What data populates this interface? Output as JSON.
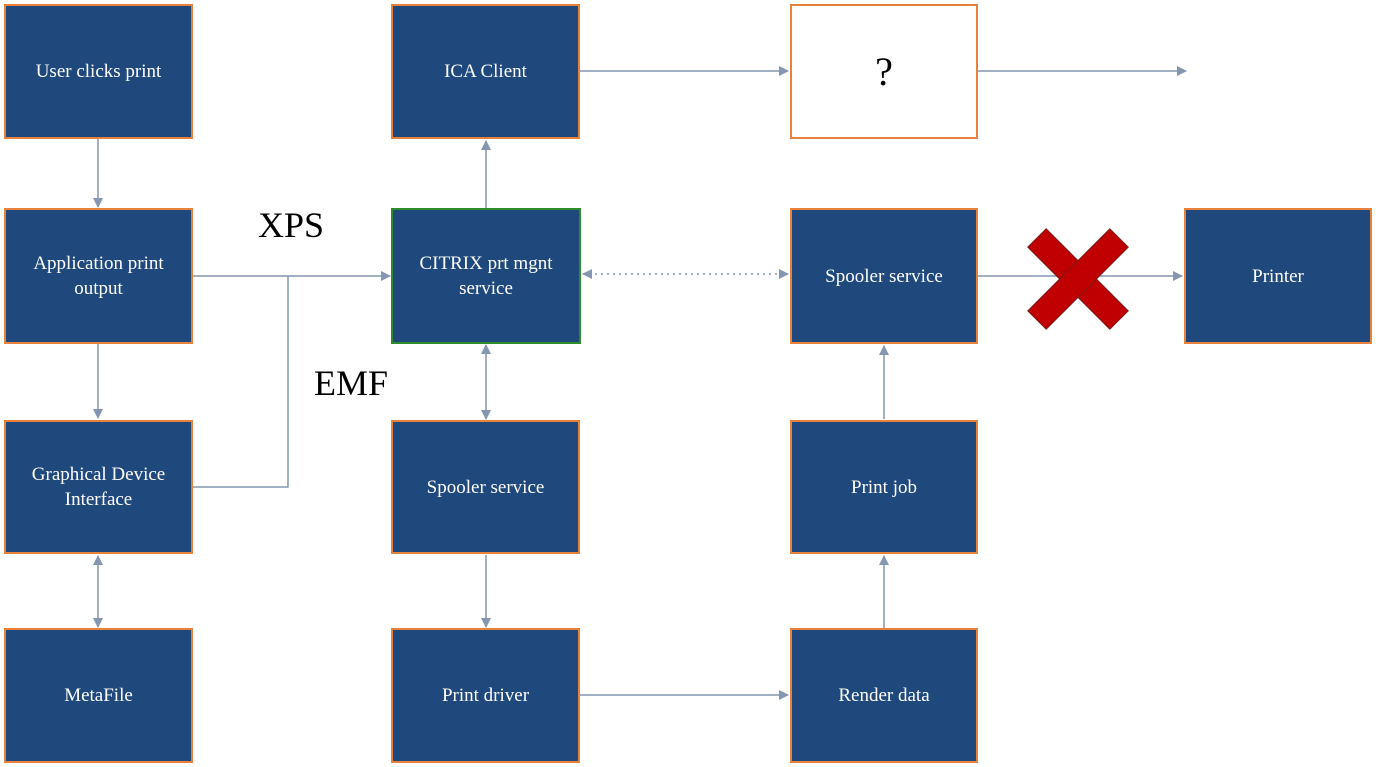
{
  "colors": {
    "box_fill": "#1f497d",
    "box_text": "#ffffff",
    "box_border": "#e8813a",
    "highlight_border": "#2e8b2e",
    "connector": "#8496b0",
    "blocked_mark": "#c00000"
  },
  "nodes": {
    "user_clicks_print": "User clicks print",
    "app_print_output": "Application print output",
    "gdi": "Graphical Device Interface",
    "metafile": "MetaFile",
    "ica_client": "ICA Client",
    "unknown": "?",
    "citrix_service": "CITRIX prt mgnt service",
    "spooler_left": "Spooler service",
    "print_driver": "Print driver",
    "spooler_right": "Spooler service",
    "print_job": "Print job",
    "render_data": "Render data",
    "printer": "Printer"
  },
  "labels": {
    "xps": "XPS",
    "emf": "EMF"
  },
  "blocked_mark_icon": "red-x-icon"
}
